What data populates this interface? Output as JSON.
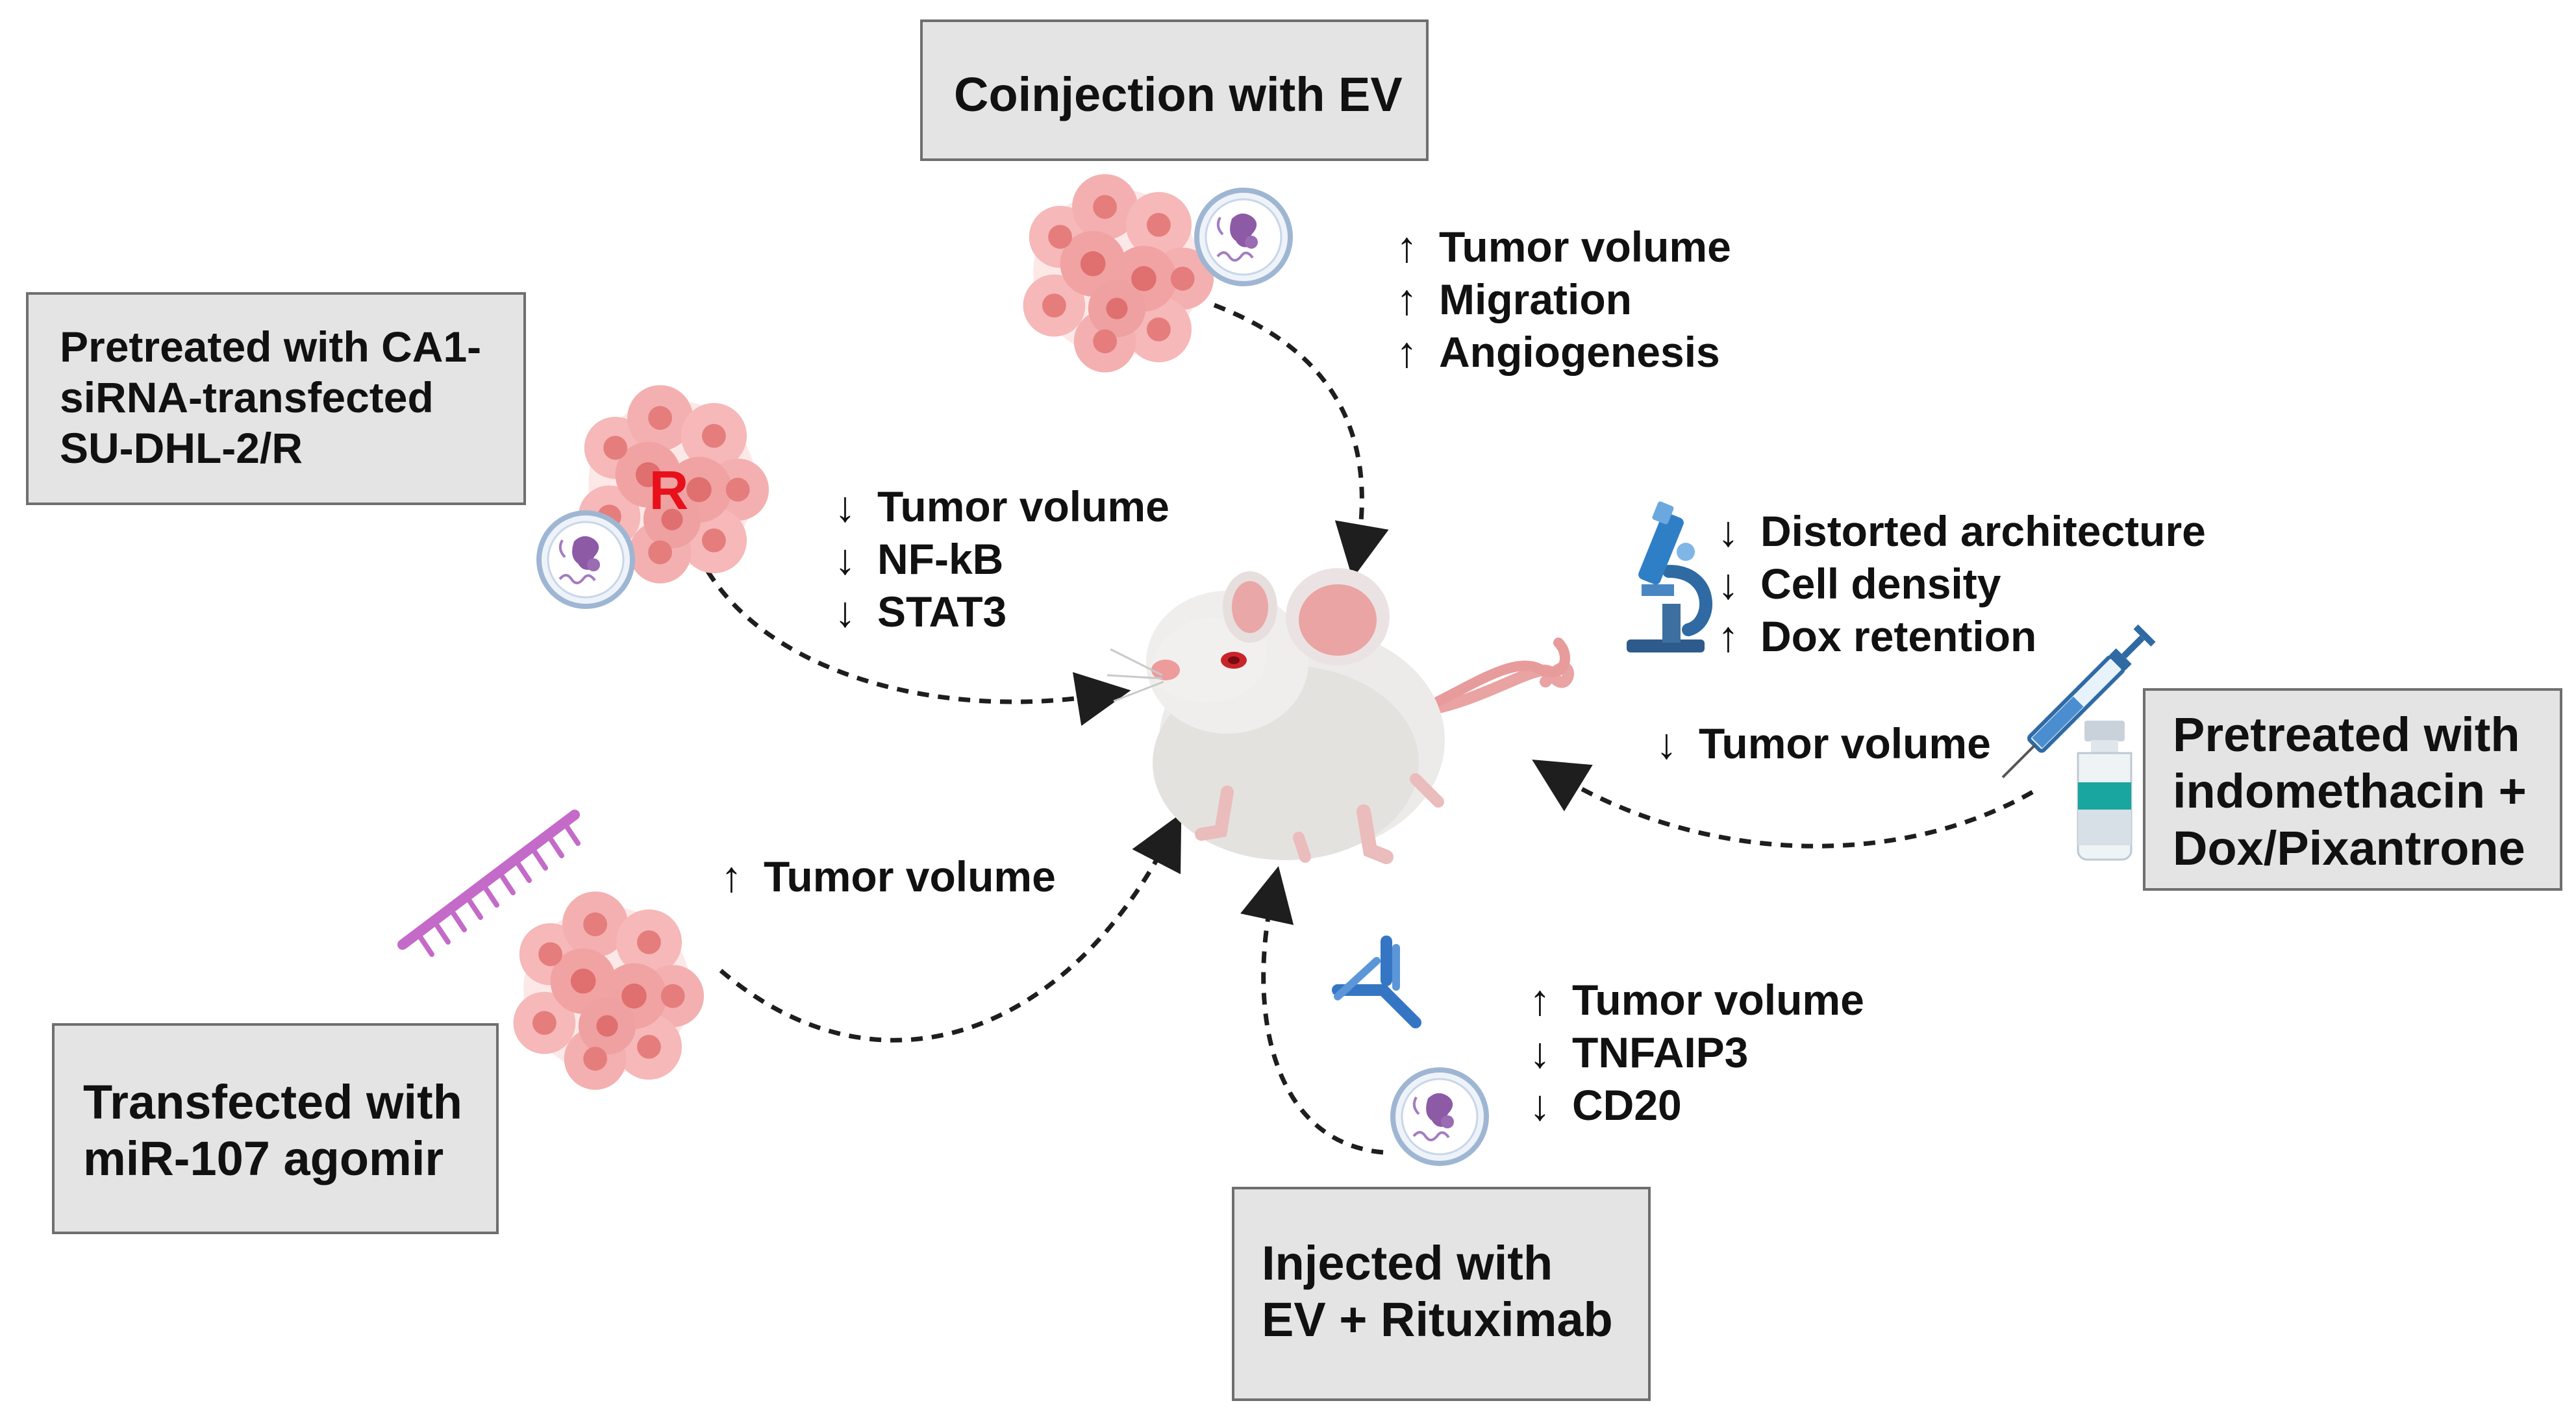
{
  "boxes": {
    "coinjection": {
      "lines": [
        "Coinjection with EV"
      ]
    },
    "pretreated_ca1": {
      "lines": [
        "Pretreated with CA1-",
        "siRNA-transfected",
        "SU-DHL-2/R"
      ]
    },
    "pretreated_indomethacin": {
      "lines": [
        "Pretreated with",
        "indomethacin +",
        "Dox/Pixantrone"
      ]
    },
    "transfected_mir107": {
      "lines": [
        "Transfected with",
        "miR-107 agomir"
      ]
    },
    "injected_rituximab": {
      "lines": [
        "Injected with",
        "EV + Rituximab"
      ]
    }
  },
  "effects": {
    "coinjection": [
      {
        "arrow": "↑",
        "text": "Tumor volume"
      },
      {
        "arrow": "↑",
        "text": "Migration"
      },
      {
        "arrow": "↑",
        "text": "Angiogenesis"
      }
    ],
    "pretreated_ca1": [
      {
        "arrow": "↓",
        "text": "Tumor volume"
      },
      {
        "arrow": "↓",
        "text": "NF-kB"
      },
      {
        "arrow": "↓",
        "text": "STAT3"
      }
    ],
    "histology": [
      {
        "arrow": "↓",
        "text": "Distorted architecture"
      },
      {
        "arrow": "↓",
        "text": "Cell density"
      },
      {
        "arrow": "↑",
        "text": "Dox retention"
      }
    ],
    "indomethacin": [
      {
        "arrow": "↓",
        "text": "Tumor volume"
      }
    ],
    "mir107": [
      {
        "arrow": "↑",
        "text": "Tumor volume"
      }
    ],
    "rituximab": [
      {
        "arrow": "↑",
        "text": "Tumor volume"
      },
      {
        "arrow": "↓",
        "text": "TNFAIP3"
      },
      {
        "arrow": "↓",
        "text": "CD20"
      }
    ]
  },
  "resistant_label": "R",
  "icons": [
    "tumor-cluster-icon",
    "extracellular-vesicle-icon",
    "mouse-icon",
    "microscope-icon",
    "syringe-icon",
    "vial-icon",
    "antibody-icon",
    "mirna-icon"
  ],
  "colors": {
    "tumor": "#f2a7a7",
    "tumor_core": "#e57d7d",
    "resistant_label": "#e8101a",
    "box_fill": "#e4e4e4",
    "box_border": "#6f6f6f",
    "microscope": "#2f7fc6",
    "antibody": "#3576c4",
    "mirna": "#c46ac8",
    "ev_purple": "#8d5aa6"
  }
}
